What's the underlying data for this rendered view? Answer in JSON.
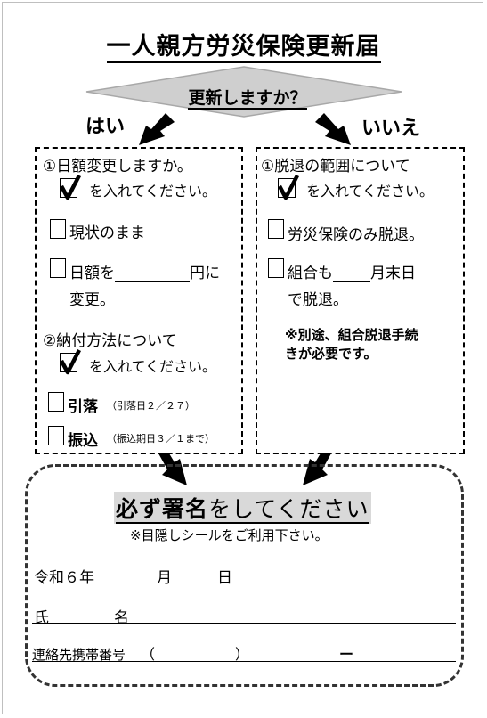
{
  "title": "一人親方労災保険更新届",
  "question": "更新しますか？",
  "yes_label": "はい",
  "no_label": "いいえ",
  "left": {
    "section1_title": "①日額変更しますか。",
    "check_instruction": "を入れてください。",
    "option_keep": "現状のまま",
    "option_change_prefix": "日額を",
    "option_change_suffix": "円に",
    "option_change_line2": "変更。",
    "section2_title": "②納付方法について",
    "check_instruction2": "を入れてください。",
    "option_debit": "引落",
    "option_debit_note": "（引落日２／２７）",
    "option_transfer": "振込",
    "option_transfer_note": "（振込期日３／１まで）"
  },
  "right": {
    "section_title": "①脱退の範囲について",
    "check_instruction": "を入れてください。",
    "option_rousai_only": "労災保険のみ脱退。",
    "option_union_prefix": "組合も",
    "option_union_suffix": "月末日",
    "option_union_line2": "で脱退。",
    "note_line1": "※別途、組合脱退手続",
    "note_line2": "きが必要です。"
  },
  "signature": {
    "title_bold1": "必ず署名",
    "title_light": "をしてください",
    "note": "※目隠しシールをご利用下さい。",
    "date_era": "令和６年",
    "date_month": "月",
    "date_day": "日",
    "name_label_1": "氏",
    "name_label_2": "名",
    "phone_label": "連絡先携帯番号",
    "phone_open": "（",
    "phone_close": "）",
    "phone_dash": "ー"
  }
}
